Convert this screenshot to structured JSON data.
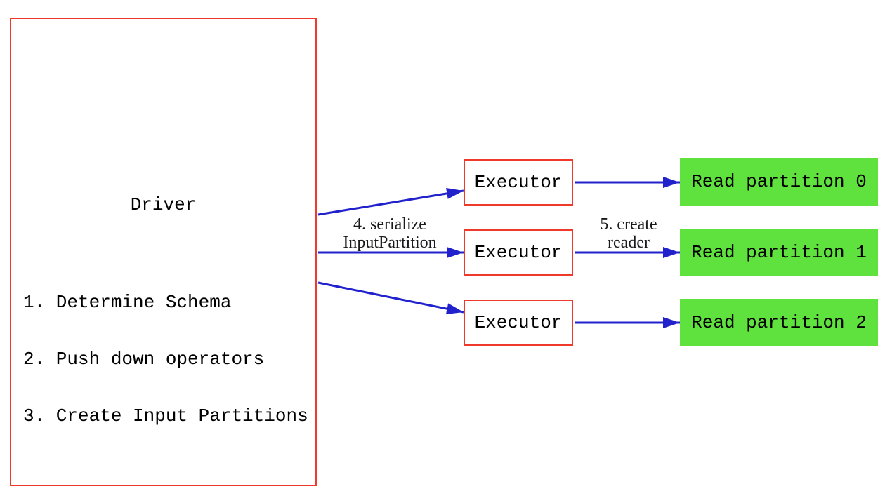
{
  "driver": {
    "title": "Driver",
    "steps": [
      "1. Determine Schema",
      "2. Push down operators",
      "3. Create Input Partitions"
    ]
  },
  "executors": [
    {
      "label": "Executor"
    },
    {
      "label": "Executor"
    },
    {
      "label": "Executor"
    }
  ],
  "partitions": [
    {
      "label": "Read partition 0"
    },
    {
      "label": "Read partition 1"
    },
    {
      "label": "Read partition 2"
    }
  ],
  "edge_labels": {
    "serialize": {
      "line1": "4. serialize",
      "line2": "InputPartition"
    },
    "create_reader": {
      "line1": "5. create",
      "line2": "reader"
    }
  },
  "colors": {
    "box_border": "#ee392b",
    "arrow": "#2222cc",
    "partition_fill": "#60e23e",
    "text": "#000000",
    "label_text": "#1a1a1a",
    "background": "#ffffff"
  }
}
